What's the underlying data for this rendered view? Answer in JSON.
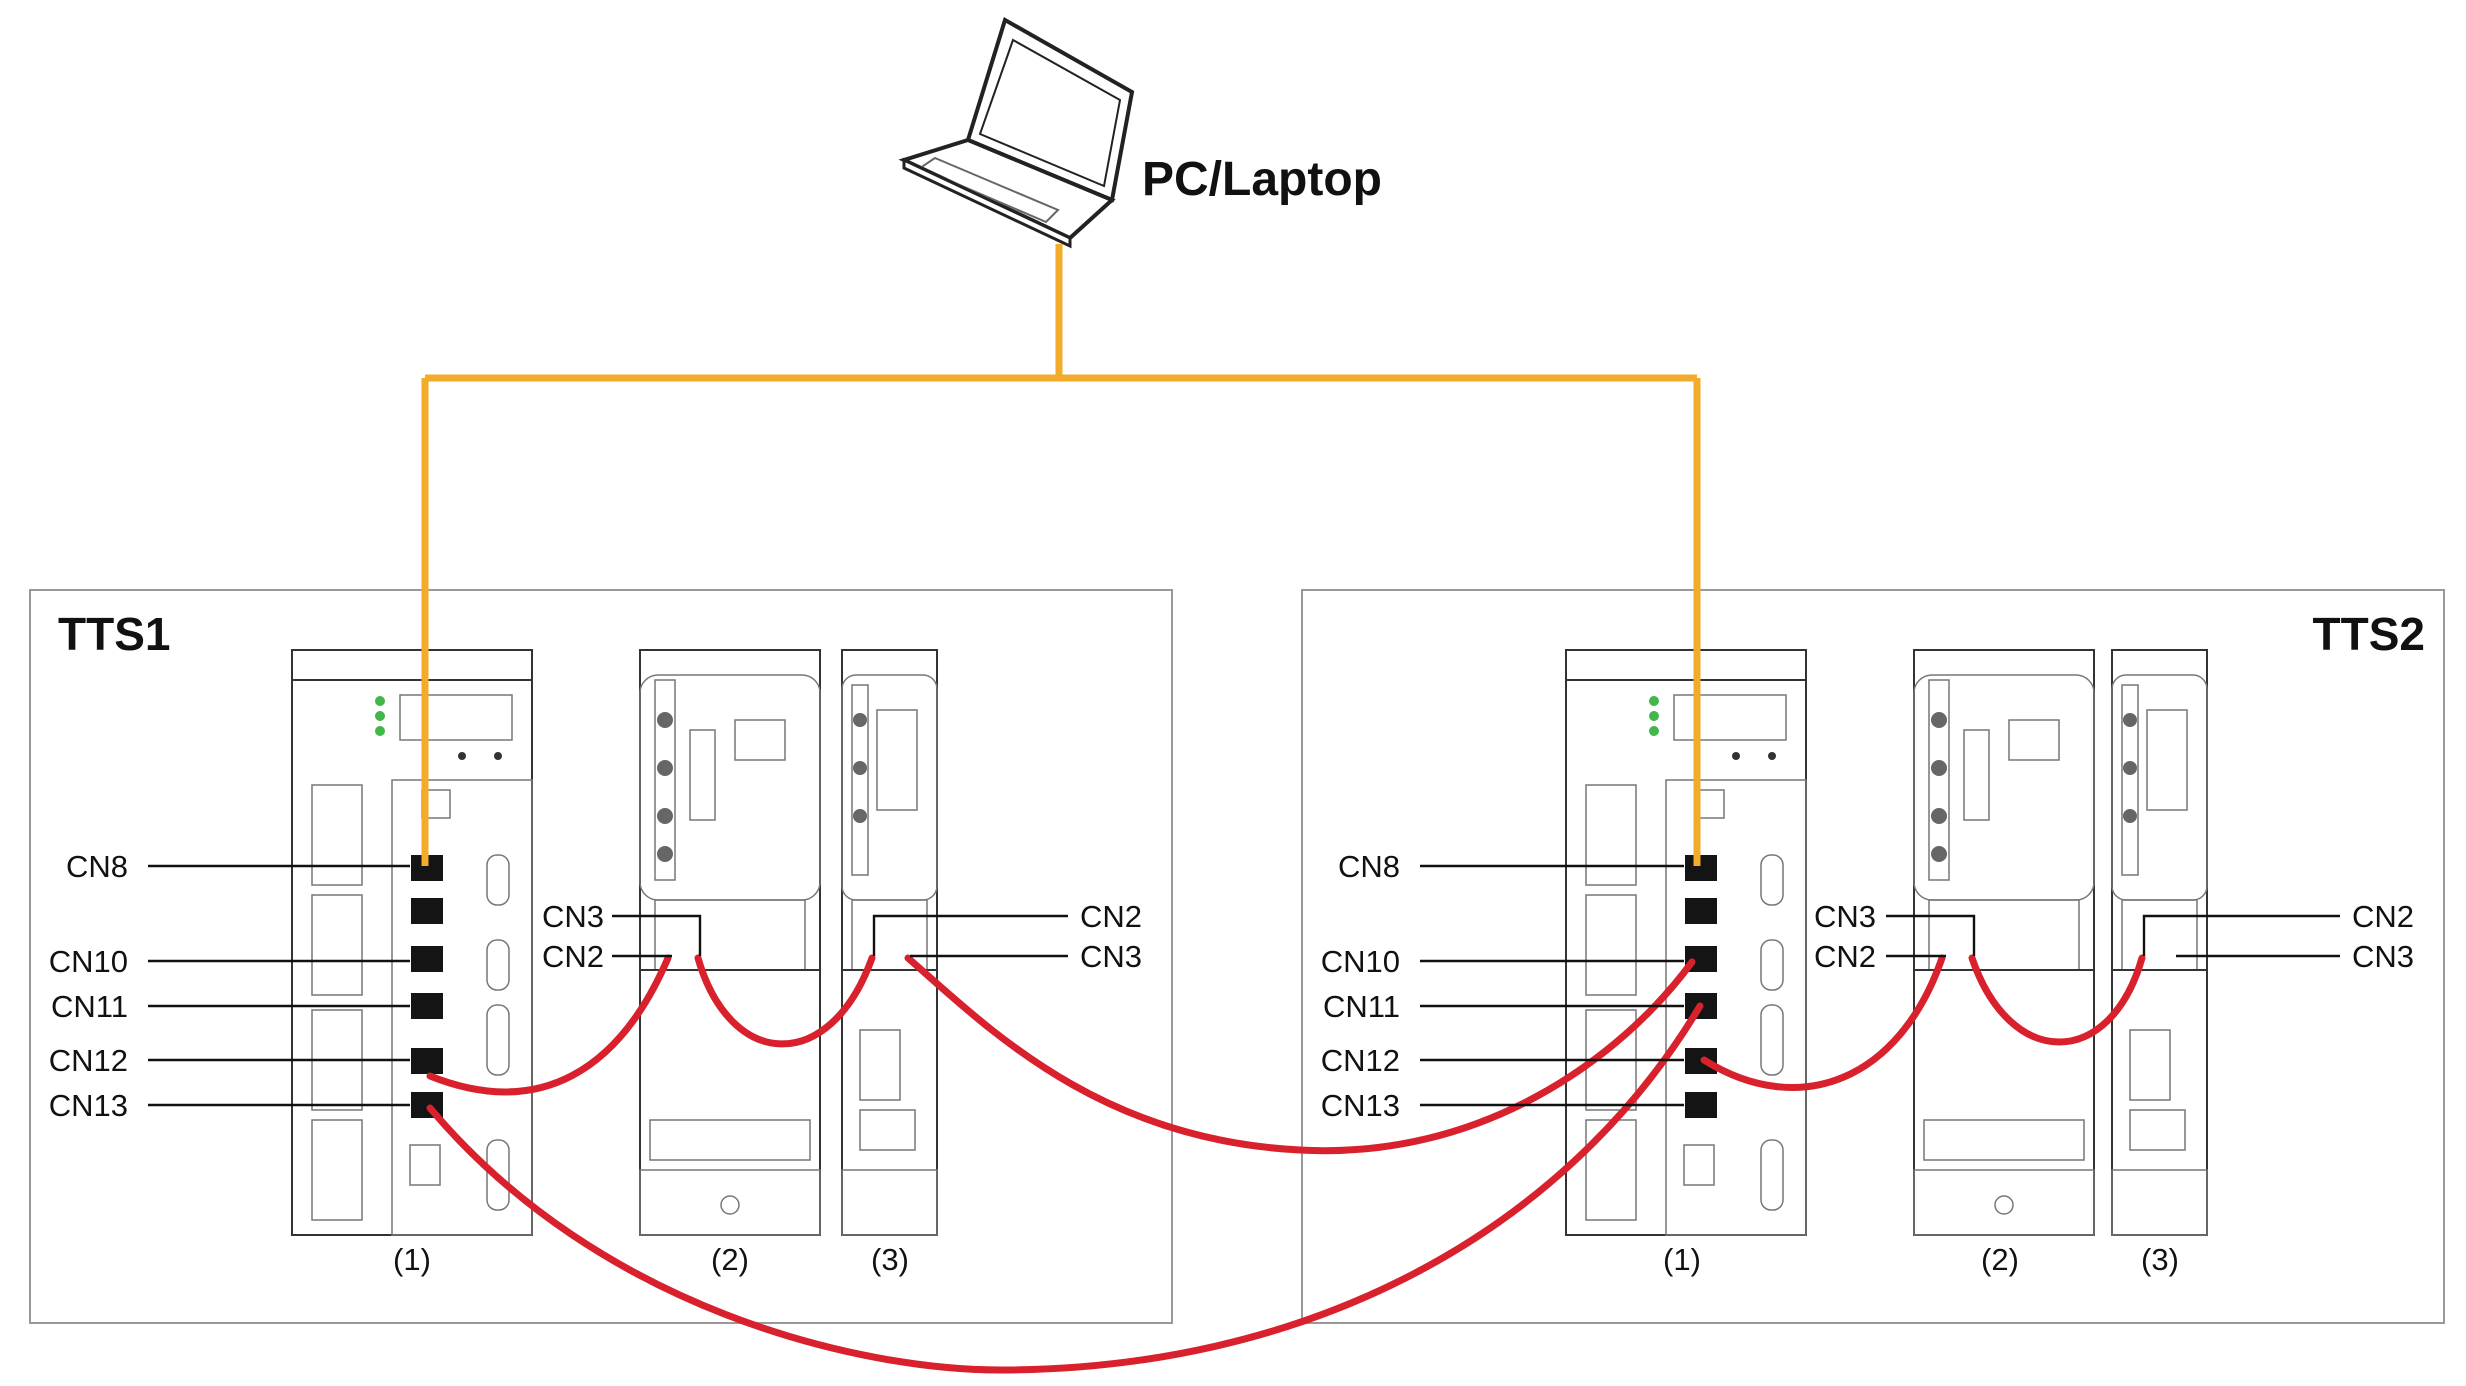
{
  "pc": {
    "label": "PC/Laptop"
  },
  "systems": [
    {
      "name": "TTS1",
      "left": {
        "cn8": "CN8",
        "cn10": "CN10",
        "cn11": "CN11",
        "cn12": "CN12",
        "cn13": "CN13"
      },
      "mid": {
        "cn3": "CN3",
        "cn2": "CN2"
      },
      "right": {
        "cn2": "CN2",
        "cn3": "CN3"
      },
      "units": [
        "(1)",
        "(2)",
        "(3)"
      ]
    },
    {
      "name": "TTS2",
      "left": {
        "cn8": "CN8",
        "cn10": "CN10",
        "cn11": "CN11",
        "cn12": "CN12",
        "cn13": "CN13"
      },
      "mid": {
        "cn3": "CN3",
        "cn2": "CN2"
      },
      "right": {
        "cn2": "CN2",
        "cn3": "CN3"
      },
      "units": [
        "(1)",
        "(2)",
        "(3)"
      ]
    }
  ],
  "colors": {
    "ethernet": "#f2ab2b",
    "bus_cable": "#d8212c",
    "frame": "#999999",
    "led": "#41b649"
  }
}
